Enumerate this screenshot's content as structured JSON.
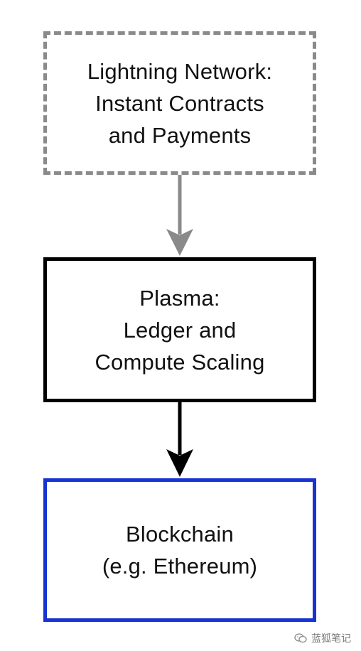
{
  "diagram": {
    "nodes": [
      {
        "id": "lightning",
        "lines": [
          "Lightning Network:",
          "Instant Contracts",
          "and Payments"
        ],
        "border_style": "dashed",
        "border_color": "#8a8a8a"
      },
      {
        "id": "plasma",
        "lines": [
          "Plasma:",
          "Ledger and",
          "Compute Scaling"
        ],
        "border_style": "solid",
        "border_color": "#000000"
      },
      {
        "id": "blockchain",
        "lines": [
          "Blockchain",
          "(e.g. Ethereum)"
        ],
        "border_style": "solid",
        "border_color": "#1733d1"
      }
    ],
    "edges": [
      {
        "from": "lightning",
        "to": "plasma",
        "color": "#8a8a8a"
      },
      {
        "from": "plasma",
        "to": "blockchain",
        "color": "#000000"
      }
    ]
  },
  "watermark": {
    "text": "蓝狐笔记",
    "icon": "wechat-icon"
  }
}
